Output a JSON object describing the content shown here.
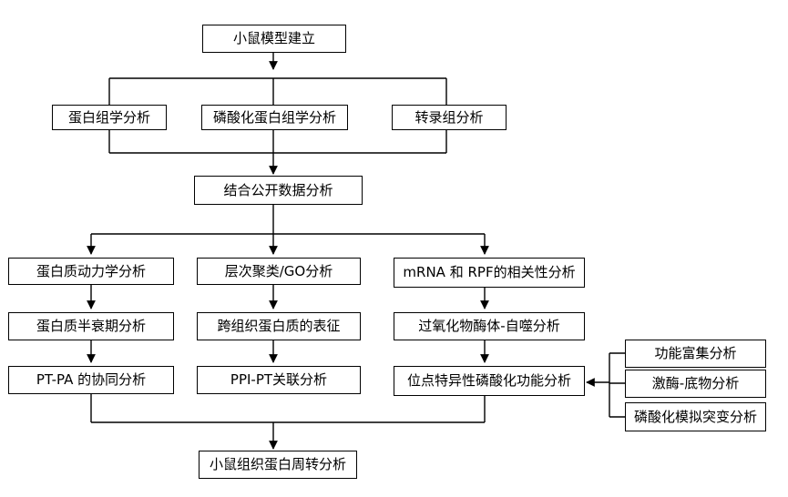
{
  "flowchart": {
    "start": "小鼠模型建立",
    "omics": [
      "蛋白组学分析",
      "磷酸化蛋白组学分析",
      "转录组分析"
    ],
    "integration": "结合公开数据分析",
    "branch_left": [
      "蛋白质动力学分析",
      "蛋白质半衰期分析",
      "PT-PA 的协同分析"
    ],
    "branch_middle": [
      "层次聚类/GO分析",
      "跨组织蛋白质的表征",
      "PPI-PT关联分析"
    ],
    "branch_right": [
      "mRNA 和 RPF的相关性分析",
      "过氧化物酶体-自噬分析",
      "位点特异性磷酸化功能分析"
    ],
    "side_inputs": [
      "功能富集分析",
      "激酶-底物分析",
      "磷酸化模拟突变分析"
    ],
    "final": "小鼠组织蛋白周转分析"
  }
}
